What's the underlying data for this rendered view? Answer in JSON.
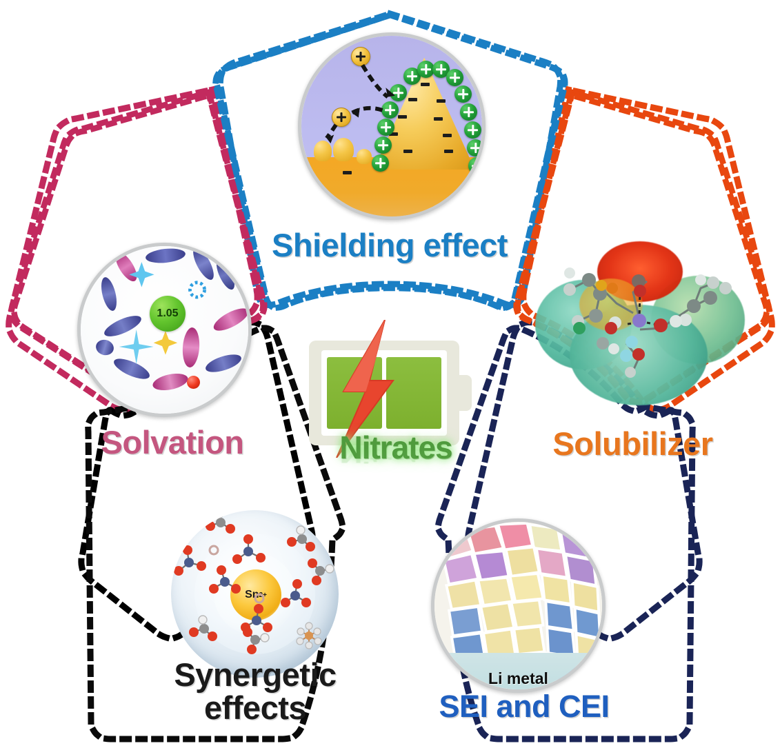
{
  "figure": {
    "title": "Nitrates in battery electrolytes - five functional effects",
    "background_color": "#ffffff",
    "center": {
      "name": "Nitrates",
      "label": "Nitrates",
      "icon": "battery-lightning-icon",
      "text_color": "#4f9b3d",
      "battery_fill_color": "#82b433",
      "bolt_color": "#e8452e",
      "battery_shell_color": "#e8e8dc"
    },
    "petals": [
      {
        "id": "shielding",
        "label": "Shielding effect",
        "text_color": "#1b7fc4",
        "border_color": "#1b7fc4",
        "image": {
          "name": "shielding-effect-illustration",
          "alt": "Cation shielding layer of green plus charges over a gold dendrite protrusion",
          "background_color": "#bdbcf0",
          "substrate_color": "#f2a92c",
          "charge_positive_color": "#23a13a",
          "ion_color": "#f3c23f",
          "plus_symbol": "+",
          "minus_symbol": "−"
        }
      },
      {
        "id": "solvation",
        "label": "Solvation",
        "text_color": "#c4567f",
        "border_color": "#c22a5e",
        "image": {
          "name": "solvation-structure-illustration",
          "alt": "Solvation sheath of solvent ellipses around a central value marker",
          "center_value": "1.05",
          "center_color": "#63c52e",
          "solvent_colors": [
            "#4a4a9e",
            "#c4529b",
            "#6fc7ef",
            "#f3c93c"
          ]
        }
      },
      {
        "id": "solubilizer",
        "label": "Solubilizer",
        "text_color": "#e8761e",
        "border_color": "#e8470f",
        "image": {
          "name": "electrostatic-potential-map-illustration",
          "alt": "Electrostatic potential surface of a solvated salt complex",
          "surface_negative_color": "#d32a10",
          "surface_neutral_color": "#5fbfa8",
          "cation_color": "#8b7fd4"
        }
      },
      {
        "id": "synergetic",
        "label": "Synergetic\neffects",
        "text_color": "#1a1a1a",
        "border_color": "#000000",
        "image": {
          "name": "synergetic-solvation-shell-illustration",
          "alt": "Sn2+ ion surrounded by nitrate and solvent molecules in concentric shells",
          "center_label": "Sn",
          "center_charge": "2+",
          "center_color": "#fcc93f",
          "shell_color": "#dbe7f0"
        }
      },
      {
        "id": "seicei",
        "label": "SEI and CEI",
        "text_color": "#1f5fbf",
        "border_color": "#1a2456",
        "image": {
          "name": "sei-cei-mosaic-illustration",
          "alt": "Mosaic interphase layer of multicolored tiles on top of lithium metal",
          "substrate_label": "Li metal",
          "substrate_color": "#c6e0e3",
          "tile_colors": [
            "#f3e08f",
            "#7fa3d8",
            "#e89fbf",
            "#b98fd4",
            "#f0a8a0",
            "#efe6b6"
          ]
        }
      }
    ]
  }
}
